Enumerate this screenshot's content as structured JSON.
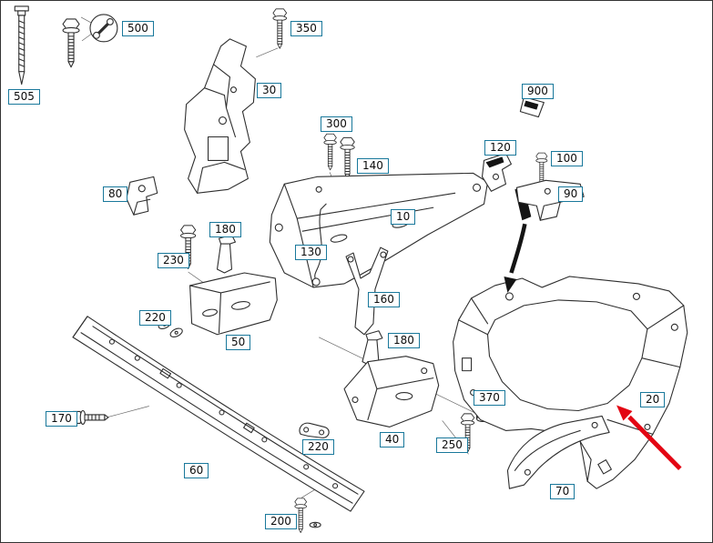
{
  "colors": {
    "line": "#2e2e2e",
    "label-border": "#19789b",
    "label-text": "#0b0b0b",
    "arrow-red": "#e30613",
    "arrow-black": "#141414",
    "background": "#ffffff"
  },
  "callouts": {
    "10": "10",
    "20": "20",
    "30": "30",
    "40": "40",
    "50": "50",
    "60": "60",
    "70": "70",
    "80": "80",
    "90": "90",
    "100": "100",
    "120": "120",
    "130": "130",
    "140": "140",
    "160": "160",
    "170": "170",
    "180": "180",
    "200": "200",
    "220": "220",
    "230": "230",
    "250": "250",
    "300": "300",
    "350": "350",
    "370": "370",
    "500": "500",
    "505": "505",
    "900": "900"
  },
  "annotations": {
    "red_arrow_points_to": "20"
  }
}
